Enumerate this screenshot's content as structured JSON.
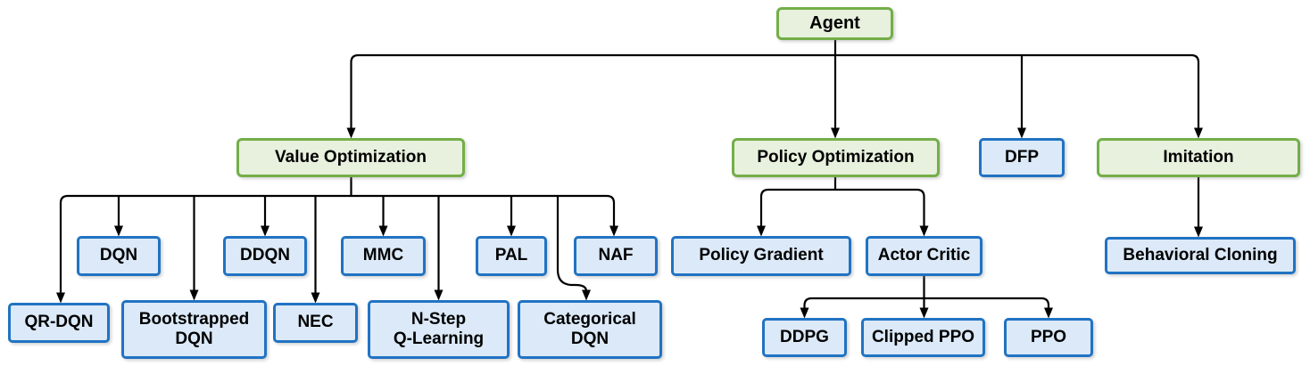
{
  "diagram": {
    "type": "hierarchy-tree",
    "description": "Reinforcement learning agent taxonomy flowchart",
    "colors": {
      "category_fill": "#e7f1dd",
      "category_border": "#73ae48",
      "algorithm_fill": "#dbe9f8",
      "algorithm_border": "#2173c2",
      "connector": "#000000",
      "text": "#000000",
      "background": "#ffffff"
    }
  },
  "nodes": {
    "agent": {
      "label": "Agent",
      "type": "category"
    },
    "value_optimization": {
      "label": "Value Optimization",
      "type": "category"
    },
    "policy_optimization": {
      "label": "Policy Optimization",
      "type": "category"
    },
    "dfp": {
      "label": "DFP",
      "type": "algorithm"
    },
    "imitation": {
      "label": "Imitation",
      "type": "category"
    },
    "dqn": {
      "label": "DQN",
      "type": "algorithm"
    },
    "ddqn": {
      "label": "DDQN",
      "type": "algorithm"
    },
    "mmc": {
      "label": "MMC",
      "type": "algorithm"
    },
    "pal": {
      "label": "PAL",
      "type": "algorithm"
    },
    "naf": {
      "label": "NAF",
      "type": "algorithm"
    },
    "qr_dqn": {
      "label": "QR-DQN",
      "type": "algorithm"
    },
    "bootstrapped_dqn": {
      "label": "Bootstrapped\nDQN",
      "type": "algorithm"
    },
    "nec": {
      "label": "NEC",
      "type": "algorithm"
    },
    "n_step_q_learning": {
      "label": "N-Step\nQ-Learning",
      "type": "algorithm"
    },
    "categorical_dqn": {
      "label": "Categorical\nDQN",
      "type": "algorithm"
    },
    "policy_gradient": {
      "label": "Policy Gradient",
      "type": "algorithm"
    },
    "actor_critic": {
      "label": "Actor Critic",
      "type": "algorithm"
    },
    "ddpg": {
      "label": "DDPG",
      "type": "algorithm"
    },
    "clipped_ppo": {
      "label": "Clipped PPO",
      "type": "algorithm"
    },
    "ppo": {
      "label": "PPO",
      "type": "algorithm"
    },
    "behavioral_cloning": {
      "label": "Behavioral Cloning",
      "type": "algorithm"
    }
  },
  "edges": [
    [
      "agent",
      "value_optimization"
    ],
    [
      "agent",
      "policy_optimization"
    ],
    [
      "agent",
      "dfp"
    ],
    [
      "agent",
      "imitation"
    ],
    [
      "value_optimization",
      "dqn"
    ],
    [
      "value_optimization",
      "ddqn"
    ],
    [
      "value_optimization",
      "mmc"
    ],
    [
      "value_optimization",
      "pal"
    ],
    [
      "value_optimization",
      "naf"
    ],
    [
      "value_optimization",
      "qr_dqn"
    ],
    [
      "value_optimization",
      "bootstrapped_dqn"
    ],
    [
      "value_optimization",
      "nec"
    ],
    [
      "value_optimization",
      "n_step_q_learning"
    ],
    [
      "value_optimization",
      "categorical_dqn"
    ],
    [
      "policy_optimization",
      "policy_gradient"
    ],
    [
      "policy_optimization",
      "actor_critic"
    ],
    [
      "actor_critic",
      "ddpg"
    ],
    [
      "actor_critic",
      "clipped_ppo"
    ],
    [
      "actor_critic",
      "ppo"
    ],
    [
      "imitation",
      "behavioral_cloning"
    ]
  ]
}
